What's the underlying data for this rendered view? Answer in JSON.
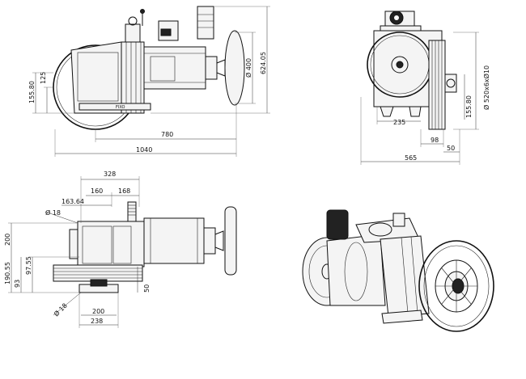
{
  "colors": {
    "line": "#111111",
    "background": "#ffffff"
  },
  "dimensions": {
    "top_left": {
      "d1040": "1040",
      "d780": "780",
      "d400": "Ø 400",
      "d624": "624.05",
      "d125": "125",
      "d155": "155.80"
    },
    "top_right": {
      "d235": "235",
      "d565": "565",
      "d98": "98",
      "d50": "50",
      "d155": "155.80",
      "d520": "Ø 520x6xØ10"
    },
    "bottom_left": {
      "d328": "328",
      "d160": "160",
      "d168": "168",
      "d163": "163.64",
      "d18a": "Ø 18",
      "d200v": "200",
      "d190": "190.55",
      "d97": "97.55",
      "d93": "93",
      "d50": "50",
      "d18b": "Ø 18",
      "d200h": "200",
      "d238": "238"
    }
  }
}
